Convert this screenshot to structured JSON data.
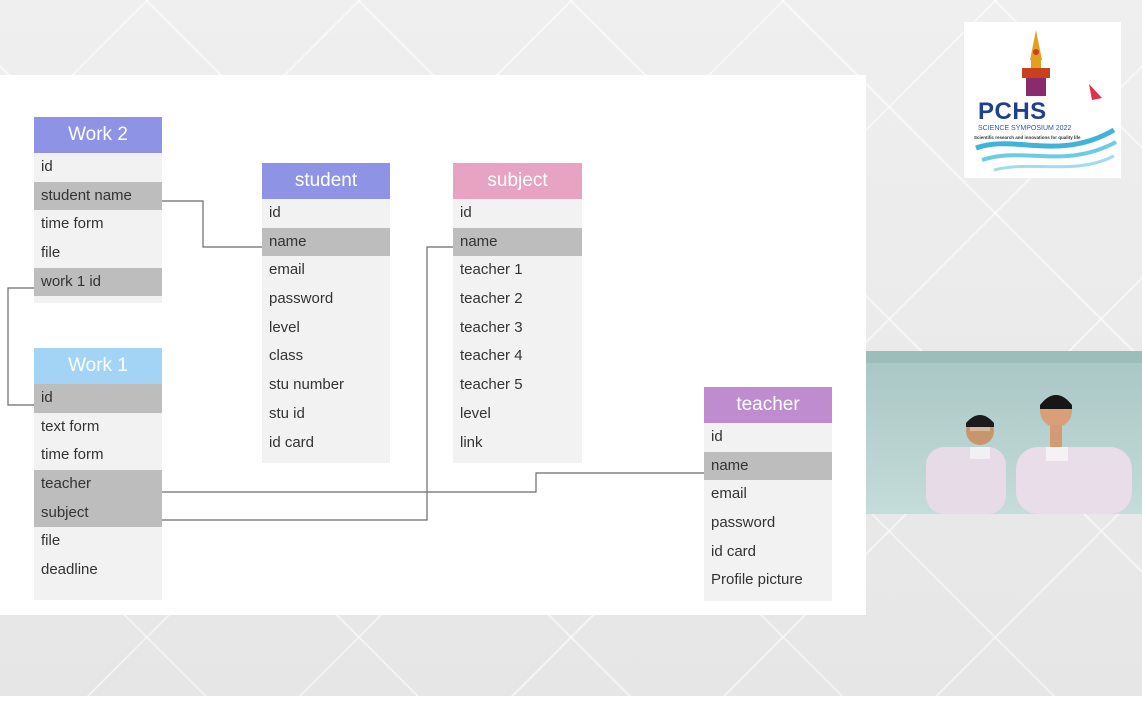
{
  "tables": {
    "work2": {
      "title": "Work 2",
      "color": "#8e93e6",
      "rows": [
        "id",
        "student name",
        "time form",
        "file",
        "work 1 id"
      ]
    },
    "work1": {
      "title": "Work 1",
      "color": "#a3d4f5",
      "rows": [
        "id",
        "text form",
        "time form",
        "teacher",
        "subject",
        "file",
        "deadline"
      ]
    },
    "student": {
      "title": "student",
      "color": "#8e93e6",
      "rows": [
        "id",
        "name",
        "email",
        "password",
        "level",
        "class",
        "stu number",
        "stu id",
        "id card"
      ]
    },
    "subject": {
      "title": "subject",
      "color": "#e7a3c2",
      "rows": [
        "id",
        "name",
        "teacher 1",
        "teacher 2",
        "teacher 3",
        "teacher 4",
        "teacher 5",
        "level",
        "link"
      ]
    },
    "teacher": {
      "title": "teacher",
      "color": "#bf8ccf",
      "rows": [
        "id",
        "name",
        "email",
        "password",
        "id card",
        "Profile picture"
      ]
    }
  },
  "logo": {
    "text": "PCHS",
    "subtitle": "SCIENCE SYMPOSIUM 2022",
    "tagline": "Scientific research and innovations for quality life"
  }
}
